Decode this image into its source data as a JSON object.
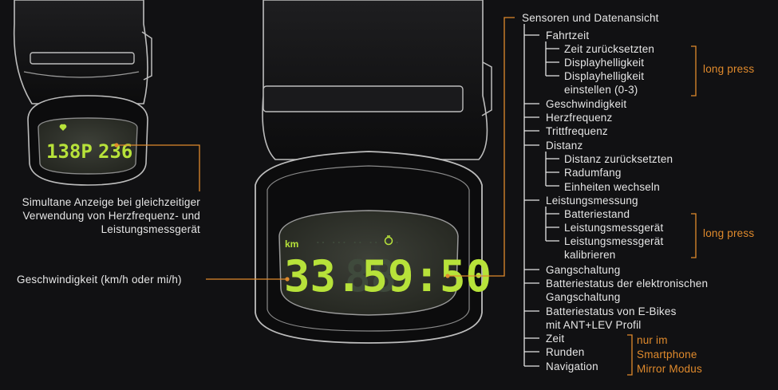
{
  "left": {
    "small_display": {
      "left_value": "138P",
      "right_value": "236"
    },
    "simultaneous_caption": [
      "Simultane Anzeige bei gleichzeitiger",
      "Verwendung von Herzfrequenz- und",
      "Leistungsmessgerät"
    ],
    "speed_caption": "Geschwindigkeit (km/h oder mi/h)"
  },
  "big_display": {
    "unit": "km",
    "speed": "33.5",
    "time": "9:50"
  },
  "tree": {
    "root": "Sensoren und Datenansicht",
    "items": [
      "Fahrtzeit",
      "Zeit zurücksetzten",
      "Displayhelligkeit",
      "Displayhelligkeit",
      "einstellen (0-3)",
      "Geschwindigkeit",
      "Herzfrequenz",
      "Trittfrequenz",
      "Distanz",
      "Distanz zurücksetzten",
      "Radumfang",
      "Einheiten wechseln",
      "Leistungsmessung",
      "Batteriestand",
      "Leistungsmessgerät",
      "Leistungsmessgerät",
      "kalibrieren",
      "Gangschaltung",
      "Batteriestatus der elektronischen",
      "Gangschaltung",
      "Batteriestatus von E-Bikes",
      "mit ANT+LEV Profil",
      "Zeit",
      "Runden",
      "Navigation"
    ],
    "long_press_1": "long press",
    "long_press_2": "long press",
    "mirror_mode": [
      "nur im",
      "Smartphone",
      "Mirror Modus"
    ]
  },
  "colors": {
    "accent": "#e08a2c",
    "lcd": "#b7e23a",
    "text": "#e6e6e6",
    "background": "#111113"
  }
}
